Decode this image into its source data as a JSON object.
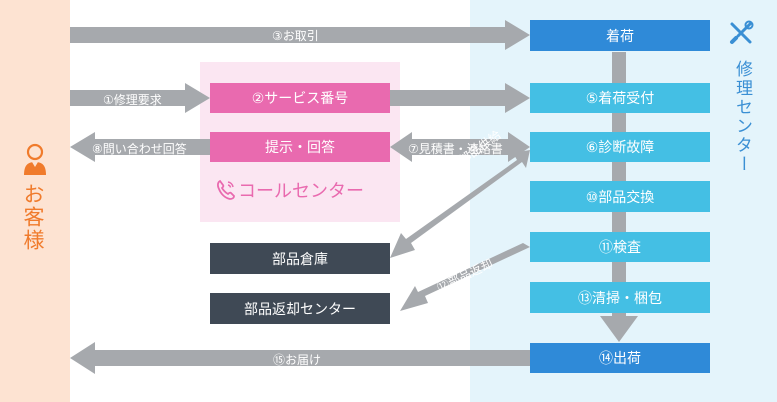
{
  "actors": {
    "customer": "お客様",
    "repair_center": "修理センター",
    "call_center": "コールセンター"
  },
  "boxes": {
    "arrival": "着荷",
    "service_number": "②サービス番号",
    "presentation_answer": "提示・回答",
    "arrival_acceptance": "⑤着荷受付",
    "diagnosis": "⑥診断故障",
    "parts_exchange": "⑩部品交換",
    "inspection": "⑪検査",
    "cleaning_packing": "⑬清掃・梱包",
    "shipping": "⑭出荷",
    "parts_warehouse": "部品倉庫",
    "parts_return_center": "部品返却センター"
  },
  "flows": {
    "transaction": "③お取引",
    "repair_request": "①修理要求",
    "inquiry_answer": "⑧問い合わせ回答",
    "estimate": "⑦見積書・連絡書",
    "parts_request": "⑨部品要求・部品供給",
    "parts_return": "⑫部品返却",
    "delivery": "⑮お届け"
  },
  "colors": {
    "customer_bg": "#fde3d2",
    "center_bg": "#e4f4fb",
    "callcenter_bg": "#fbe6f2",
    "arrow": "#a6a9ad",
    "cyan": "#44bfe4",
    "blue": "#2f8ad8",
    "pink": "#e96aaf",
    "dark": "#3f4955",
    "customer_text": "#f07b2c"
  },
  "icons": {
    "customer": "person-icon",
    "repair_center": "tools-icon",
    "call_center": "phone-icon"
  }
}
